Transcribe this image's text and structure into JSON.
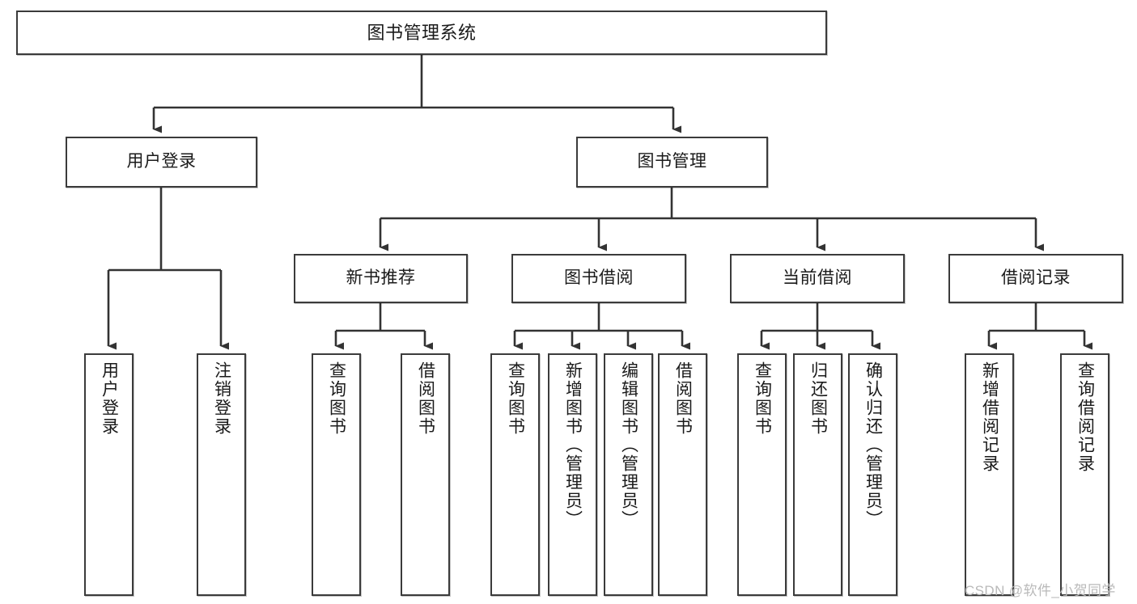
{
  "diagram": {
    "title": "图书管理系统",
    "type": "tree-hierarchy-chart",
    "colors": {
      "node_border": "#3b3b3b",
      "node_fill": "#ffffff",
      "edge": "#333333",
      "text": "#1a1a1a",
      "watermark": "#b9b9b9",
      "background": "#ffffff"
    }
  },
  "nodes": {
    "root": {
      "label": "图书管理系统"
    },
    "level2": [
      {
        "label": "用户登录"
      },
      {
        "label": "图书管理"
      }
    ],
    "level3": [
      {
        "label": "新书推荐"
      },
      {
        "label": "图书借阅"
      },
      {
        "label": "当前借阅"
      },
      {
        "label": "借阅记录"
      }
    ],
    "leaves": {
      "user_login": [
        {
          "label": "用户登录"
        },
        {
          "label": "注销登录"
        }
      ],
      "new_book_recommend": [
        {
          "label": "查询图书"
        },
        {
          "label": "借阅图书"
        }
      ],
      "book_borrow": [
        {
          "label": "查询图书"
        },
        {
          "label": "新增图书（管理员）"
        },
        {
          "label": "编辑图书（管理员）"
        },
        {
          "label": "借阅图书"
        }
      ],
      "current_borrow": [
        {
          "label": "查询图书"
        },
        {
          "label": "归还图书"
        },
        {
          "label": "确认归还（管理员）"
        }
      ],
      "borrow_record": [
        {
          "label": "新增借阅记录"
        },
        {
          "label": "查询借阅记录"
        }
      ]
    }
  },
  "watermark": {
    "text": "CSDN @软件_小贺同学"
  }
}
